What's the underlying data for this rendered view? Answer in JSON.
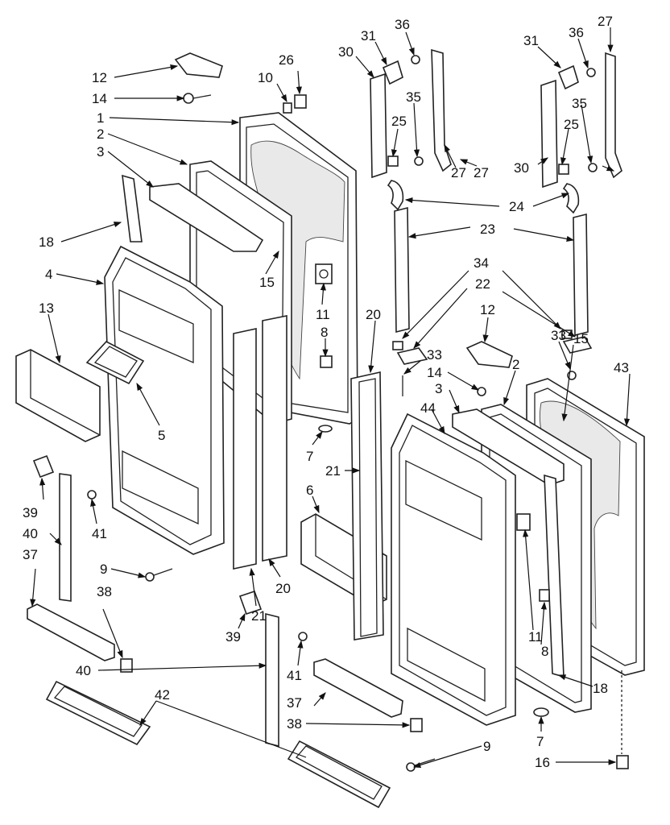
{
  "diagram": {
    "labels": [
      {
        "id": "l12a",
        "text": "12"
      },
      {
        "id": "l14a",
        "text": "14"
      },
      {
        "id": "l10",
        "text": "10"
      },
      {
        "id": "l26",
        "text": "26"
      },
      {
        "id": "l1",
        "text": "1"
      },
      {
        "id": "l2a",
        "text": "2"
      },
      {
        "id": "l3a",
        "text": "3"
      },
      {
        "id": "l18a",
        "text": "18"
      },
      {
        "id": "l4",
        "text": "4"
      },
      {
        "id": "l13",
        "text": "13"
      },
      {
        "id": "l5",
        "text": "5"
      },
      {
        "id": "l15a",
        "text": "15"
      },
      {
        "id": "l11a",
        "text": "11"
      },
      {
        "id": "l8a",
        "text": "8"
      },
      {
        "id": "l7a",
        "text": "7"
      },
      {
        "id": "l20a",
        "text": "20"
      },
      {
        "id": "l21a",
        "text": "21"
      },
      {
        "id": "l6",
        "text": "6"
      },
      {
        "id": "l39a",
        "text": "39"
      },
      {
        "id": "l40a",
        "text": "40"
      },
      {
        "id": "l41a",
        "text": "41"
      },
      {
        "id": "l37a",
        "text": "37"
      },
      {
        "id": "l9a",
        "text": "9"
      },
      {
        "id": "l38a",
        "text": "38"
      },
      {
        "id": "l20b",
        "text": "20"
      },
      {
        "id": "l21b",
        "text": "21"
      },
      {
        "id": "l39b",
        "text": "39"
      },
      {
        "id": "l40b",
        "text": "40"
      },
      {
        "id": "l41b",
        "text": "41"
      },
      {
        "id": "l37b",
        "text": "37"
      },
      {
        "id": "l38b",
        "text": "38"
      },
      {
        "id": "l42",
        "text": "42"
      },
      {
        "id": "l30a",
        "text": "30"
      },
      {
        "id": "l31a",
        "text": "31"
      },
      {
        "id": "l36a",
        "text": "36"
      },
      {
        "id": "l25a",
        "text": "25"
      },
      {
        "id": "l35a",
        "text": "35"
      },
      {
        "id": "l27a",
        "text": "27"
      },
      {
        "id": "l31b",
        "text": "31"
      },
      {
        "id": "l36b",
        "text": "36"
      },
      {
        "id": "l27b",
        "text": "27"
      },
      {
        "id": "l35b",
        "text": "35"
      },
      {
        "id": "l25b",
        "text": "25"
      },
      {
        "id": "l27c",
        "text": "27"
      },
      {
        "id": "l30b",
        "text": "30"
      },
      {
        "id": "l24",
        "text": "24"
      },
      {
        "id": "l23",
        "text": "23"
      },
      {
        "id": "l34",
        "text": "34"
      },
      {
        "id": "l22",
        "text": "22"
      },
      {
        "id": "l12b",
        "text": "12"
      },
      {
        "id": "l33a",
        "text": "33"
      },
      {
        "id": "l33b",
        "text": "33"
      },
      {
        "id": "l14b",
        "text": "14"
      },
      {
        "id": "l3b",
        "text": "3"
      },
      {
        "id": "l2b",
        "text": "2"
      },
      {
        "id": "l15b",
        "text": "15"
      },
      {
        "id": "l43",
        "text": "43"
      },
      {
        "id": "l44",
        "text": "44"
      },
      {
        "id": "l11b",
        "text": "11"
      },
      {
        "id": "l8b",
        "text": "8"
      },
      {
        "id": "l18b",
        "text": "18"
      },
      {
        "id": "l7b",
        "text": "7"
      },
      {
        "id": "l9b",
        "text": "9"
      },
      {
        "id": "l16",
        "text": "16"
      }
    ]
  }
}
